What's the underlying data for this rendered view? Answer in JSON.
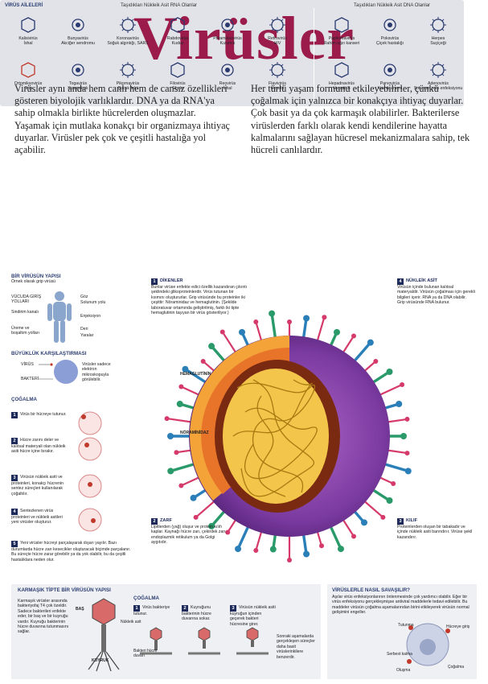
{
  "title": "Virüsler",
  "intro": {
    "left": "Virüsler aynı anda hem canlı hem de cansız özellikleri gösteren biyolojik varlıklardır. DNA ya da RNA'ya sahip olmakla birlikte hücrelerden oluşmazlar. Yaşamak için mutlaka konakçı bir organizmaya ihtiyaç duyarlar. Virüsler pek çok ve çeşitli hastalığa yol açabilir.",
    "right": "Her türlü yaşam formunu etkileyebilirler, çünkü çoğalmak için yalnızca bir konakçıya ihtiyaç duyarlar. Çok basit ya da çok karmaşık olabilirler. Bakterilerse virüslerden farklı olarak kendi kendilerine hayatta kalmalarını sağlayan hücresel mekanizmalara sahip, tek hücreli canlılardır."
  },
  "families": {
    "title": "VİRÜS AİLELERİ",
    "rna_header": "Taşıdıkları Nükleik Asit RNA Olanlar",
    "dna_header": "Taşıdıkları Nükleik Asit DNA Olanlar",
    "rna": [
      {
        "name": "Kalisivirüs",
        "disease": "İshal",
        "color": "#2a3a70"
      },
      {
        "name": "Bunyavirüs",
        "disease": "Akciğer sendromu",
        "color": "#2a3a70"
      },
      {
        "name": "Koronavirüs",
        "disease": "Soğuk algınlığı, SARS",
        "color": "#2a3a70"
      },
      {
        "name": "Rabdovirüs",
        "disease": "Kuduz",
        "color": "#2a3a70"
      },
      {
        "name": "Paramiksovirüs",
        "disease": "Kızamık",
        "color": "#2a3a70"
      },
      {
        "name": "Retrovirüs",
        "disease": "HIV",
        "color": "#2a3a70"
      },
      {
        "name": "Ortomiksovirüs",
        "disease": "Grip",
        "color": "#c0392b"
      },
      {
        "name": "Togavirüs",
        "disease": "Kızamıkçık",
        "color": "#2a3a70"
      },
      {
        "name": "Pikornavirüs",
        "disease": "Çocuk felci",
        "color": "#2a3a70"
      },
      {
        "name": "Filovirüs",
        "disease": "Ebola",
        "color": "#2a3a70"
      },
      {
        "name": "Reovirüs",
        "disease": "İshal",
        "color": "#2a3a70"
      },
      {
        "name": "Flavivirüs",
        "disease": "Hepatit",
        "color": "#2a3a70"
      }
    ],
    "dna": [
      {
        "name": "Papilomavirüs",
        "disease": "Rahim ağzı kanseri"
      },
      {
        "name": "Poksvirüs",
        "disease": "Çiçek hastalığı"
      },
      {
        "name": "Herpes",
        "disease": "Suçiçeği"
      },
      {
        "name": "Hepadnavirüs",
        "disease": "Hepatit B"
      },
      {
        "name": "Parvovirüs",
        "disease": "Kronik anemi"
      },
      {
        "name": "Adenovirüs",
        "disease": "Solunum yolu enfeksiyonu"
      }
    ]
  },
  "structure": {
    "title": "BİR VİRÜSÜN YAPISI",
    "subtitle": "Örnek olarak grip virüsü",
    "body_labels_left": [
      "VÜCUDA GİRİŞ YOLLARI",
      "Sindirim kanalı",
      "Üreme ve boşaltım yolları"
    ],
    "body_labels_right": [
      "Göz",
      "Solunum yolu",
      "Enjeksiyon",
      "Deri",
      "Yaralar"
    ]
  },
  "size": {
    "title": "BÜYÜKLÜK KARŞILAŞTIRMASI",
    "virus_label": "VİRÜS",
    "bacteria_label": "BAKTERİ",
    "note": "Virüsler sadece elektron mikroskopuyla görülebilir."
  },
  "replication": {
    "title": "ÇOĞALMA",
    "steps": [
      "Virüs bir hücreye tutunur.",
      "Hücre zarını deler ve kalıtsal materyali olan nükleik asiti hücre içine bırakır.",
      "Virüsün nükleik asiti ve proteinleri, konakçı hücrenin sentez süreçleri kullanılarak çoğaltılır.",
      "Sentezlenen virüs proteinleri ve nükleik asitleri yeni virüsler oluşturur.",
      "Yeni virüsler hücreyi parçalayarak dışarı yayılır. Bazı durumlarda hücre zarı kesecikler oluşturacak biçimde parçalanır. Bu süreçte hücre zarar görebilir ya da yok olabilir, bu da çeşitli hastalıklara neden olur."
    ]
  },
  "callouts": {
    "dikenler": {
      "n": "1",
      "title": "DİKENLER",
      "text": "Bunlar virüse enfekte edici özellik kazandıran çıkıntı şeklindeki glikoproteinlerdir. Virüs tutunan bir kısmını oluştururlar. Grip virüsünde bu proteinler iki çeşittir: Nöraminidaz ve hemaglutinin. (Şekilde laboratuvar ortamında geliştirilmiş, farklı iki tipte hemaglutinin taşıyan bir virüs gösteriliyor.)"
    },
    "zarf": {
      "n": "2",
      "title": "ZARF",
      "text": "Lipitlerden (yağ) oluşur ve protein kılıfı kaplar. Kaynağı hücre zarı, çekirdek zarı, endoplazmik retikulum ya da Golgi aygıtıdır."
    },
    "nukleik": {
      "n": "4",
      "title": "NÜKLEİK ASİT",
      "text": "Virüsün içinde bulunan kalıtsal materyaldir. Virüsün çoğalması için gerekli bilgileri içerir. RNA ya da DNA olabilir. Grip virüsünde RNA bulunur."
    },
    "kilif": {
      "n": "3",
      "title": "KILIF",
      "text": "Proteinlerden oluşan bir tabakadır ve içinde nükleik asiti barındırır. Virüse şekil kazandırır."
    },
    "hemaglutinin": "HEMAGLUTİNİN",
    "noraminidaz": "NÖRAMİNİDAZ"
  },
  "complex": {
    "title": "KARMAŞIK TİPTE BİR VİRÜSÜN YAPISI",
    "desc": "Karmaşık virüsler arasında bakteriyofaj T4 çok özeldir. Sadece bakterileri enfekte eder, bir baş ve bir kuyruğu vardır. Kuyruğu bakterinin hücre duvarına tutunmasını sağlar.",
    "labels": {
      "bas": "BAŞ",
      "kuyruk": "KUYRUK",
      "nukleik": "Nükleik asit"
    },
    "replication_title": "ÇOĞALMA",
    "steps": [
      "Virüs bakteriye tutunur.",
      "Kuyruğunu bakterinin hücre duvarına sokar.",
      "Virüsün nükleik asiti kuyruğun içinden geçerek bakteri hücresine girer."
    ],
    "wall_label": "Bakteri hücre duvarı",
    "final_note": "Sonraki aşamalarda gerçekleşen süreçler daha basit virüslerinkilere benzerdir."
  },
  "fight": {
    "title": "VİRÜSLERLE NASIL SAVAŞILIR?",
    "text": "Aşılar virüs enfeksiyonlarının önlenmesinde çok yardımcı olabilir. Eğer bir virüs enfeksiyonu gerçekleşmişse antiviral maddelerle tedavi edilebilir. Bu maddeler virüsün çoğalma aşamalarından birini etkileyerek virüsün normal gelişimini engeller.",
    "labels": {
      "tutunma": "Tutunma",
      "hucreye": "Hücreye giriş",
      "serbest": "Serbest kalma",
      "olusma": "Oluşma",
      "cogalma": "Çoğalma"
    }
  }
}
